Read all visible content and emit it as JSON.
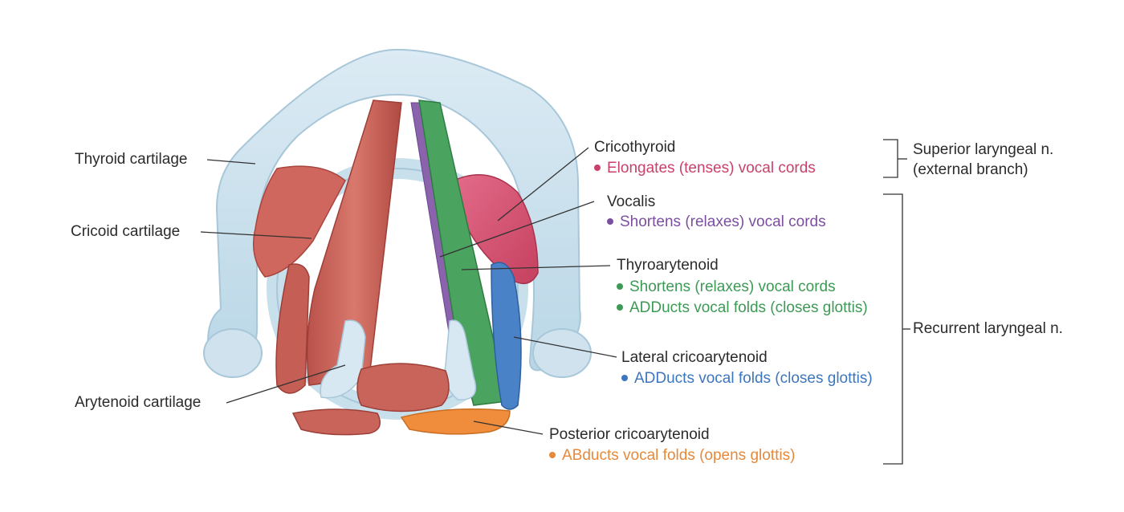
{
  "left_labels": {
    "thyroid": "Thyroid cartilage",
    "cricoid": "Cricoid cartilage",
    "arytenoid": "Arytenoid cartilage"
  },
  "muscles": {
    "cricothyroid": {
      "name": "Cricothyroid",
      "actions": [
        "Elongates (tenses) vocal cords"
      ],
      "color": "#c9416a"
    },
    "vocalis": {
      "name": "Vocalis",
      "actions": [
        "Shortens (relaxes) vocal cords"
      ],
      "color": "#7b4fa0"
    },
    "thyroarytenoid": {
      "name": "Thyroarytenoid",
      "actions": [
        "Shortens (relaxes) vocal cords",
        "ADDucts vocal folds (closes glottis)"
      ],
      "color": "#3c9a55"
    },
    "lateral_cricoarytenoid": {
      "name": "Lateral cricoarytenoid",
      "actions": [
        "ADDucts vocal folds (closes glottis)"
      ],
      "color": "#3c76be"
    },
    "posterior_cricoarytenoid": {
      "name": "Posterior cricoarytenoid",
      "actions": [
        "ABducts vocal folds (opens glottis)"
      ],
      "color": "#e6893a"
    }
  },
  "nerves": {
    "superior": {
      "line1": "Superior laryngeal n.",
      "line2": "(external branch)"
    },
    "recurrent": {
      "label": "Recurrent laryngeal n."
    }
  }
}
